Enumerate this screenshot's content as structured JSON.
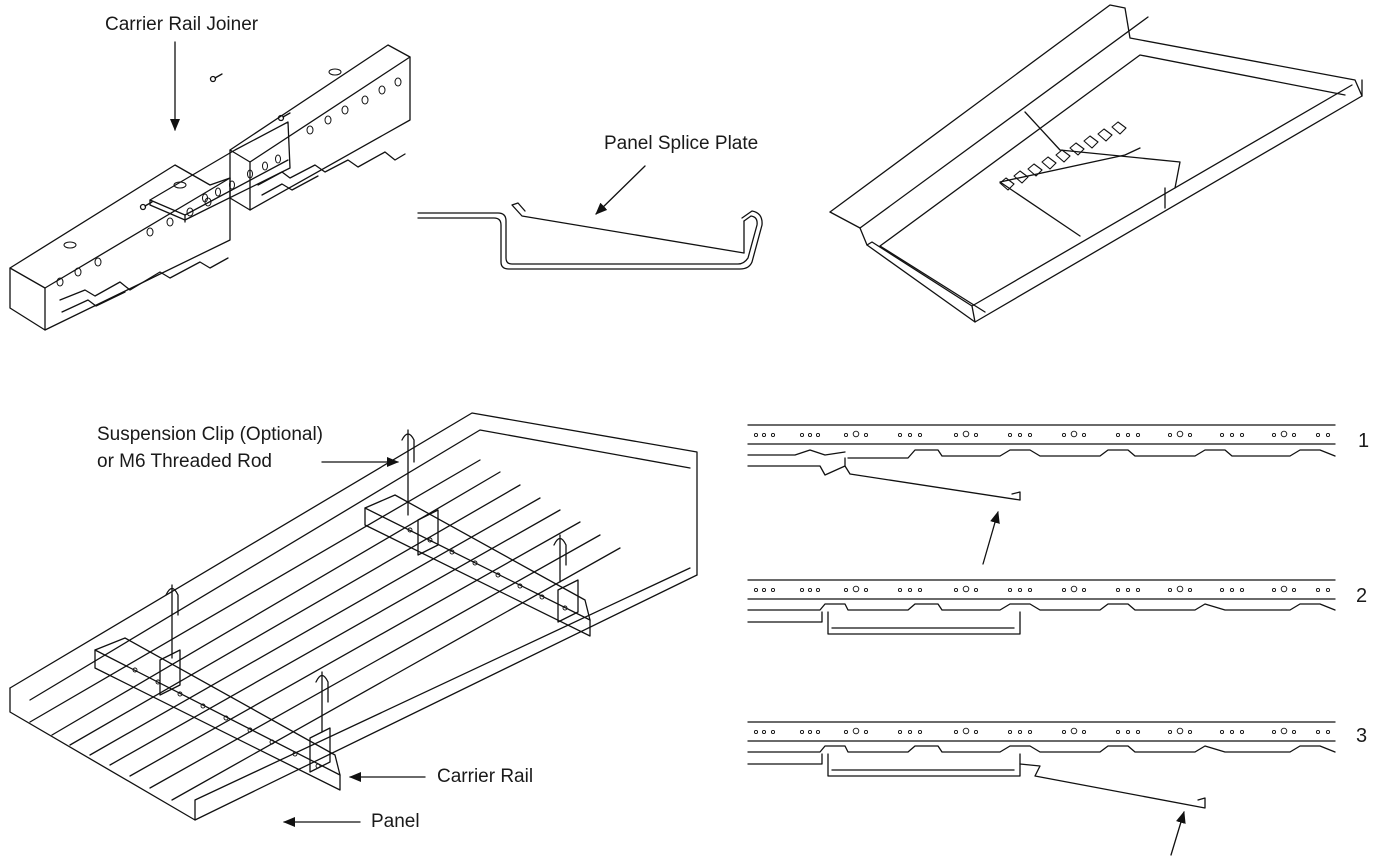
{
  "labels": {
    "carrier_rail_joiner": "Carrier Rail Joiner",
    "panel_splice_plate": "Panel Splice Plate",
    "suspension_clip": "Suspension Clip (Optional)",
    "threaded_rod": "or M6 Threaded Rod",
    "carrier_rail": "Carrier Rail",
    "panel": "Panel"
  },
  "steps": [
    "1",
    "2",
    "3"
  ]
}
